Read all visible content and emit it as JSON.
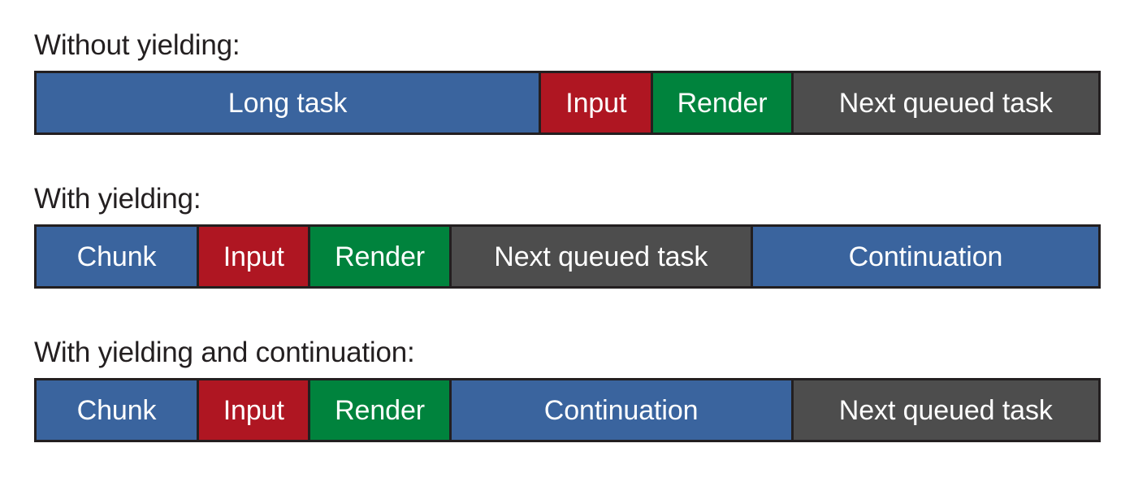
{
  "diagram": {
    "title_hidden": "",
    "background": "#ffffff",
    "border_color": "#231f20",
    "palette": {
      "blue": "#3a649e",
      "red": "#af1622",
      "green": "#00833d",
      "gray": "#4d4d4d",
      "text_on_bar": "#ffffff",
      "label_text": "#231f20"
    },
    "groups": [
      {
        "label": "Without yielding:",
        "segments": [
          {
            "label": "Long task",
            "color": "#3a649e",
            "width_pct": 47.52
          },
          {
            "label": "Input",
            "color": "#af1622",
            "width_pct": 10.59
          },
          {
            "label": "Render",
            "color": "#00833d",
            "width_pct": 13.17
          },
          {
            "label": "Next queued task",
            "color": "#4d4d4d",
            "width_pct": 28.72
          }
        ]
      },
      {
        "label": "With yielding:",
        "segments": [
          {
            "label": "Chunk",
            "color": "#3a649e",
            "width_pct": 15.31
          },
          {
            "label": "Input",
            "color": "#af1622",
            "width_pct": 10.51
          },
          {
            "label": "Render",
            "color": "#00833d",
            "width_pct": 13.25
          },
          {
            "label": "Next queued task",
            "color": "#4d4d4d",
            "width_pct": 28.41
          },
          {
            "label": "Continuation",
            "color": "#3a649e",
            "width_pct": 32.52
          }
        ]
      },
      {
        "label": "With yielding and continuation:",
        "segments": [
          {
            "label": "Chunk",
            "color": "#3a649e",
            "width_pct": 15.31
          },
          {
            "label": "Input",
            "color": "#af1622",
            "width_pct": 10.51
          },
          {
            "label": "Render",
            "color": "#00833d",
            "width_pct": 13.25
          },
          {
            "label": "Continuation",
            "color": "#3a649e",
            "width_pct": 32.21
          },
          {
            "label": "Next queued task",
            "color": "#4d4d4d",
            "width_pct": 28.72
          }
        ]
      }
    ]
  }
}
